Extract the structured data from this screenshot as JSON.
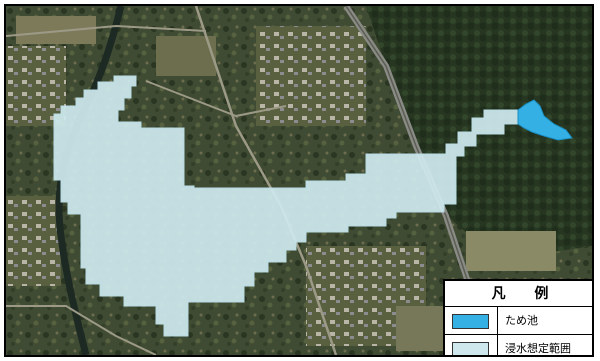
{
  "legend": {
    "title": "凡 例",
    "items": [
      {
        "label": "ため池",
        "color": "#35b0e4"
      },
      {
        "label": "浸水想定範囲",
        "color": "#cfe8ee"
      }
    ]
  },
  "colors": {
    "pond": "#35b0e4",
    "flood_area": "#cfe8ee",
    "flood_area_edge": "#b9dde6",
    "terrain_dark": "#2c3a27",
    "terrain_mid": "#4d5a3c",
    "field_light": "#8a8a66"
  }
}
